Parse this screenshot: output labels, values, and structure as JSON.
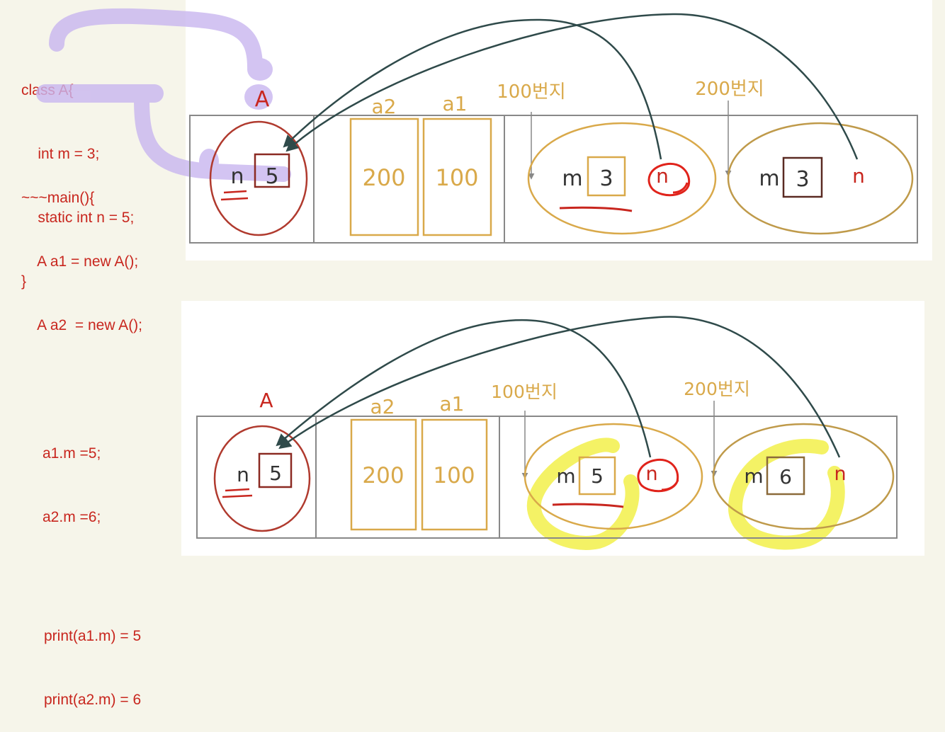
{
  "code": {
    "class_block": [
      "class A{",
      "    int m = 3;",
      "    static int n = 5;",
      "}"
    ],
    "main_block": [
      "~~~main(){",
      "    A a1 = new A();",
      "    A a2  = new A();"
    ],
    "assign_block": [
      "a1.m =5;",
      "a2.m =6;"
    ],
    "print_block": [
      "print(a1.m) = 5",
      "print(a2.m) = 6"
    ]
  },
  "diagram_top": {
    "class_label": "A",
    "static_var": "n",
    "static_value": "5",
    "ref_a2_label": "a2",
    "ref_a1_label": "a1",
    "ref_a2_value": "200",
    "ref_a1_value": "100",
    "addr1": "100번지",
    "addr2": "200번지",
    "obj1_field": "m",
    "obj1_value": "3",
    "obj1_ref": "n",
    "obj2_field": "m",
    "obj2_value": "3",
    "obj2_ref": "n"
  },
  "diagram_bottom": {
    "class_label": "A",
    "static_var": "n",
    "static_value": "5",
    "ref_a2_label": "a2",
    "ref_a1_label": "a1",
    "ref_a2_value": "200",
    "ref_a1_value": "100",
    "addr1": "100번지",
    "addr2": "200번지",
    "obj1_field": "m",
    "obj1_value": "5",
    "obj1_ref": "n",
    "obj2_field": "m",
    "obj2_value": "6",
    "obj2_ref": "n"
  },
  "colors": {
    "annotation_red": "#c8261e",
    "heap_gold": "#d9a94a",
    "arrow_dark": "#2f4a4a",
    "highlight_purple": "#c9b6f0",
    "highlight_yellow": "#f2f04a"
  }
}
